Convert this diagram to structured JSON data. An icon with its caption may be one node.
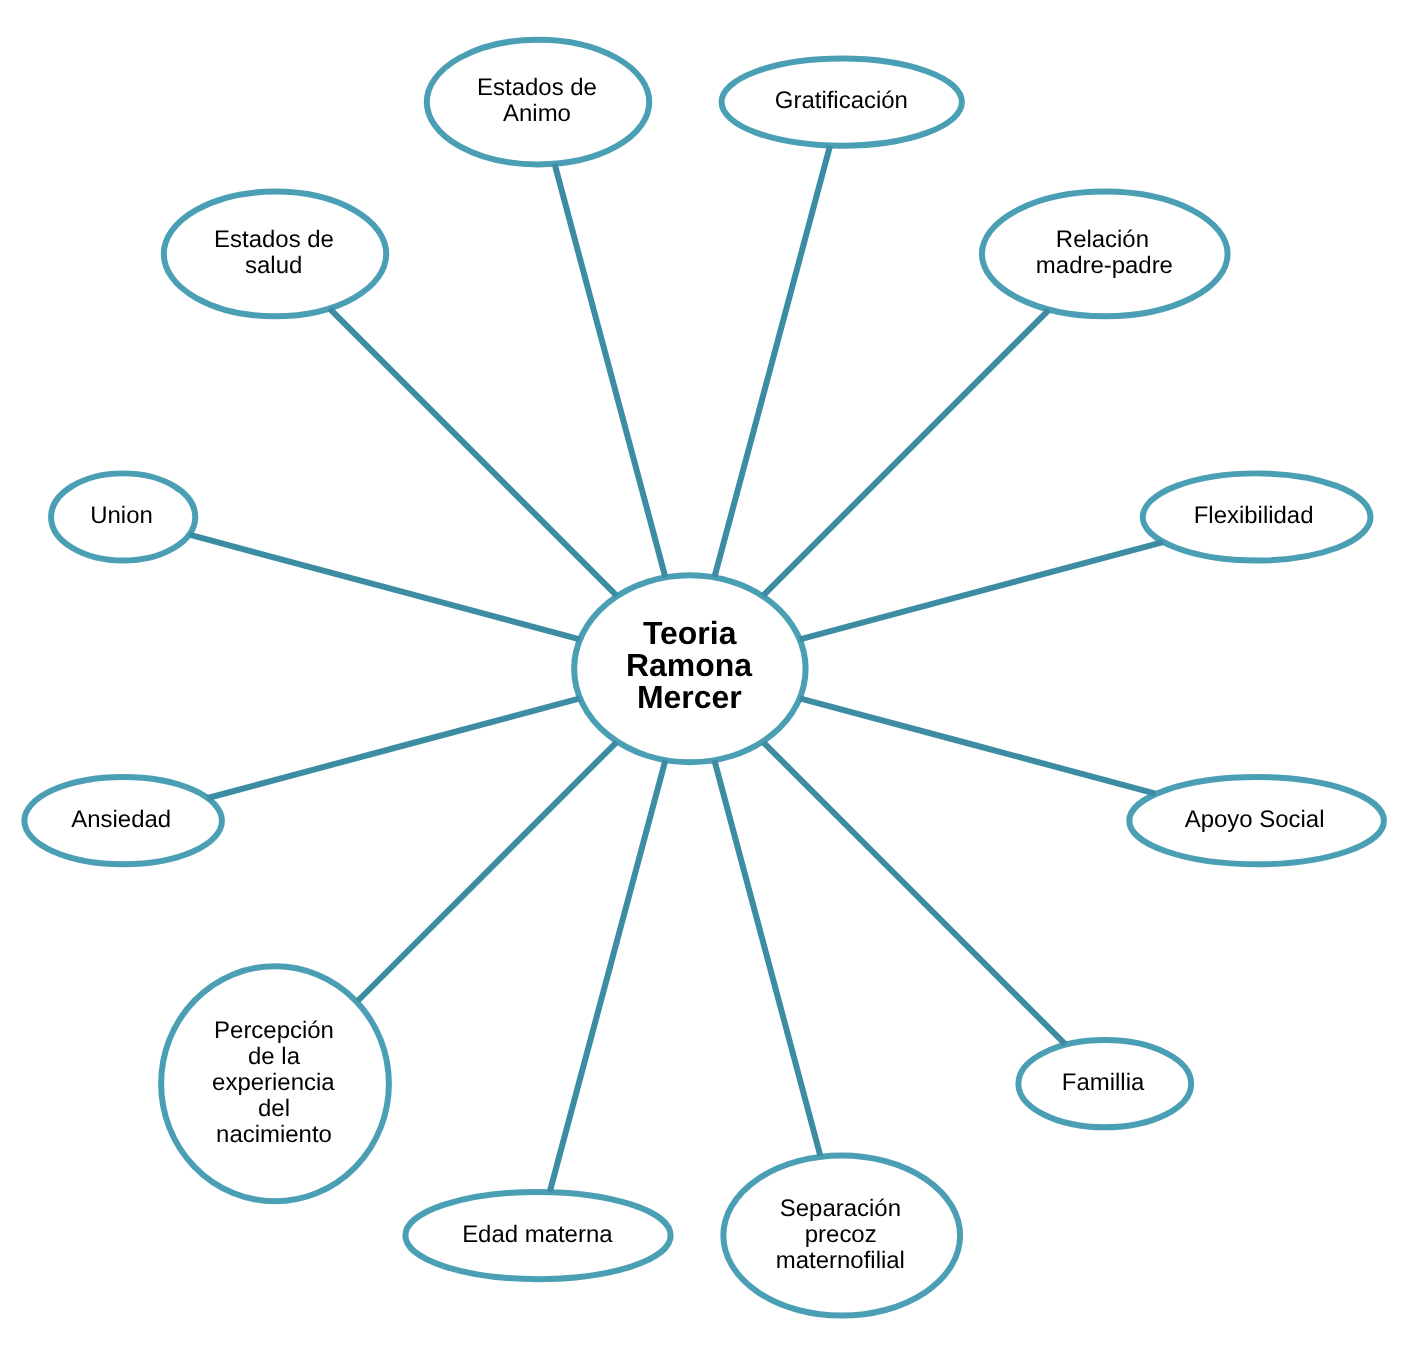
{
  "diagram": {
    "nodes": [
      {
        "text": [
          "Teoria Ramona Mercer"
        ]
      },
      {
        "text": [
          "Flexibilidad"
        ]
      },
      {
        "text": [
          "Relación madre-padre"
        ]
      },
      {
        "text": [
          "Gratificación"
        ]
      },
      {
        "text": [
          "Estados de Animo"
        ]
      },
      {
        "text": [
          "Estados de salud"
        ]
      },
      {
        "text": [
          "Union"
        ]
      },
      {
        "text": [
          "Ansiedad"
        ]
      },
      {
        "text": [
          "Percepción de la experiencia del nacimiento"
        ]
      },
      {
        "text": [
          "Edad materna"
        ]
      },
      {
        "text": [
          "Separación precoz maternofilial"
        ]
      },
      {
        "text": [
          "Famillia"
        ]
      },
      {
        "text": [
          "Apoyo Social"
        ]
      }
    ],
    "edges": [
      {
        "from": 0,
        "to": 1,
        "arrow": "none"
      },
      {
        "from": 0,
        "to": 2,
        "arrow": "none"
      },
      {
        "from": 0,
        "to": 3,
        "arrow": "none"
      },
      {
        "from": 0,
        "to": 4,
        "arrow": "none"
      },
      {
        "from": 0,
        "to": 5,
        "arrow": "none"
      },
      {
        "from": 0,
        "to": 6,
        "arrow": "none"
      },
      {
        "from": 0,
        "to": 7,
        "arrow": "none"
      },
      {
        "from": 0,
        "to": 8,
        "arrow": "none"
      },
      {
        "from": 0,
        "to": 9,
        "arrow": "none"
      },
      {
        "from": 0,
        "to": 10,
        "arrow": "none"
      },
      {
        "from": 0,
        "to": 11,
        "arrow": "none"
      },
      {
        "from": 0,
        "to": 12,
        "arrow": "none"
      }
    ]
  }
}
